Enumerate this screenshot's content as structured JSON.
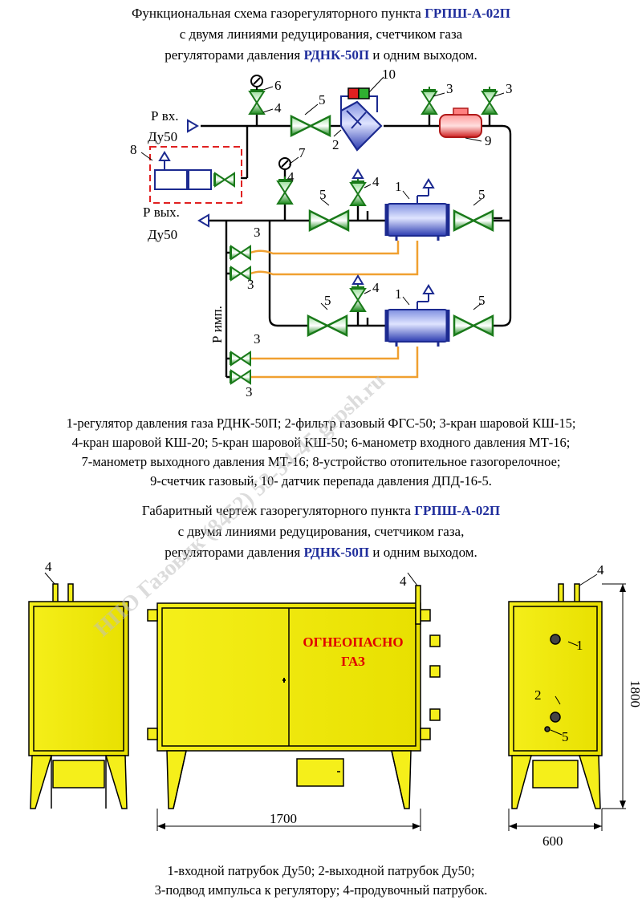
{
  "schema_title": {
    "line1_prefix": "Функциональная схема газорегуляторного пункта",
    "line1_model": "ГРПШ-А-02П",
    "line2": "с двумя линиями редуцирования, счетчиком газа",
    "line3_prefix": "регуляторами давления",
    "line3_model": "РДНК-50П",
    "line3_suffix": "и одним выходом."
  },
  "schema_labels": {
    "p_in": "Р вх.",
    "dn_in": "Ду50",
    "p_out": "Р вых.",
    "dn_out": "Ду50",
    "p_imp": "Р имп.",
    "n1": "1",
    "n2": "2",
    "n3": "3",
    "n4": "4",
    "n5": "5",
    "n6": "6",
    "n7": "7",
    "n8": "8",
    "n9": "9",
    "n10": "10"
  },
  "schema_legend": [
    "1-регулятор давления газа РДНК-50П; 2-фильтр газовый ФГС-50; 3-кран шаровой КШ-15;",
    "4-кран шаровой КШ-20; 5-кран шаровой КШ-50; 6-манометр входного давления МТ-16;",
    "7-манометр выходного давления МТ-16; 8-устройство отопительное газогорелочное;",
    "9-счетчик газовый, 10- датчик перепада давления ДПД-16-5."
  ],
  "drawing_title": {
    "line1_prefix": "Габаритный чертеж газорегуляторного пункта",
    "line1_model": "ГРПШ-А-02П",
    "line2": "с двумя линиями редуцирования, счетчиком газа,",
    "line3_prefix": "регуляторами давления",
    "line3_model": "РДНК-50П",
    "line3_suffix": "и одним выходом."
  },
  "drawing_labels": {
    "warning_line1": "ОГНЕОПАСНО",
    "warning_line2": "ГАЗ",
    "dim_width": "1700",
    "dim_depth": "600",
    "dim_height": "1800",
    "n1": "1",
    "n2": "2",
    "n4": "4",
    "n5": "5"
  },
  "drawing_legend": [
    "1-входной патрубок Ду50; 2-выходной патрубок Ду50;",
    "3-подвод импульса к регулятору; 4-продувочный патрубок."
  ],
  "watermark": "НПО Газовик (8452) 53-34-45 grpsh.ru",
  "colors": {
    "accent_title": "#1f2d9c",
    "valve_green": "#1a8a1a",
    "regulator_blue": "#2b3bb0",
    "impulse_orange": "#f0a030",
    "meter_red": "#e03030",
    "cabinet_yellow": "#f5ef1a",
    "warning_red": "#e00000",
    "burner_frame": "#e02020"
  }
}
